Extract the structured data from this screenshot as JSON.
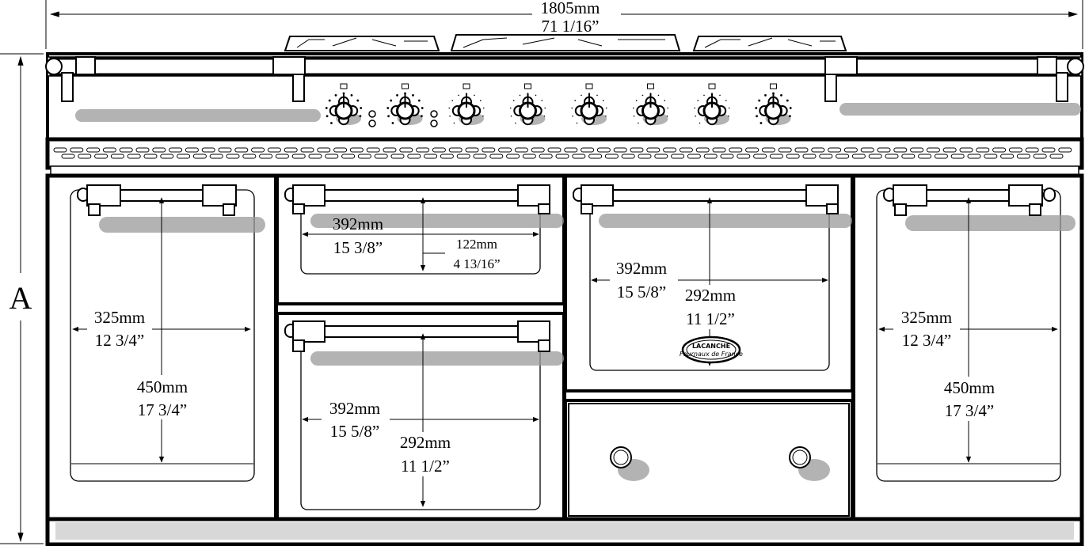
{
  "overall_width": {
    "mm": "1805mm",
    "inch": "71 1/16”"
  },
  "height_label": "A",
  "brand": {
    "name": "LACANCHE",
    "tagline": "Fournaux de France"
  },
  "compartments": {
    "left_oven": {
      "w_mm": "325mm",
      "w_in": "12 3/4”",
      "h_mm": "450mm",
      "h_in": "17 3/4”"
    },
    "top_small_oven": {
      "w_mm": "392mm",
      "w_in": "15 3/8”",
      "h_mm": "122mm",
      "h_in": "4 13/16”"
    },
    "bottom_middle_oven": {
      "w_mm": "392mm",
      "w_in": "15 5/8”",
      "h_mm": "292mm",
      "h_in": "11 1/2”"
    },
    "right_middle_oven": {
      "w_mm": "392mm",
      "w_in": "15 5/8”",
      "h_mm": "292mm",
      "h_in": "11 1/2”"
    },
    "right_oven": {
      "w_mm": "325mm",
      "w_in": "12 3/4”",
      "h_mm": "450mm",
      "h_in": "17 3/4”"
    }
  },
  "knob_count": 8,
  "drawer_knob_count": 2
}
